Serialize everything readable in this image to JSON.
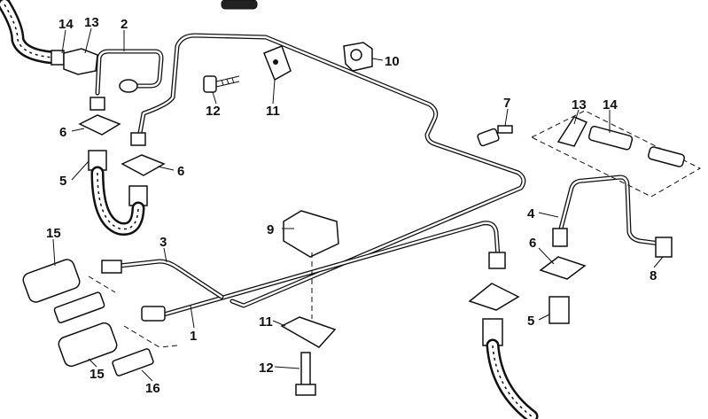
{
  "labels": {
    "l14a": "14",
    "l13a": "13",
    "l2": "2",
    "l10": "10",
    "l12a": "12",
    "l11a": "11",
    "l7": "7",
    "l13b": "13",
    "l14b": "14",
    "l6a": "6",
    "l6b": "6",
    "l5a": "5",
    "l4": "4",
    "l9": "9",
    "l15a": "15",
    "l3": "3",
    "l6c": "6",
    "l8": "8",
    "l11b": "11",
    "l1": "1",
    "l5b": "5",
    "l15b": "15",
    "l16": "16",
    "l12b": "12"
  }
}
